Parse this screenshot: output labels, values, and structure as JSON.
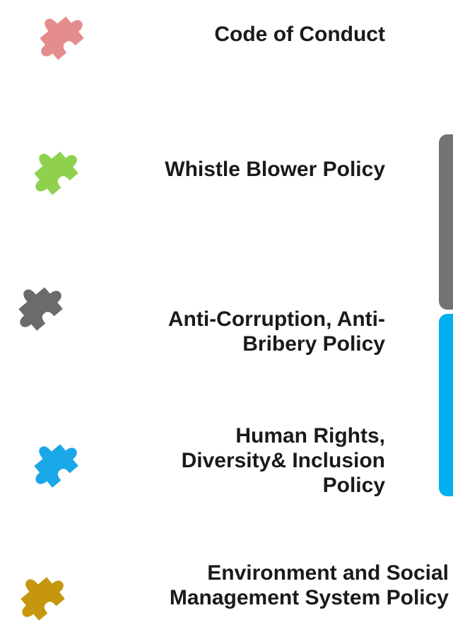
{
  "items": [
    {
      "lines": [
        "Code of Conduct"
      ],
      "icon": "puzzle-piece-icon",
      "color": "#e58c8c"
    },
    {
      "lines": [
        "Whistle Blower Policy"
      ],
      "icon": "puzzle-piece-icon",
      "color": "#8fd14f"
    },
    {
      "lines": [
        "Anti-Corruption, Anti-",
        "Bribery Policy"
      ],
      "icon": "puzzle-piece-icon",
      "color": "#6b6b6b"
    },
    {
      "lines": [
        "Human Rights,",
        "Diversity& Inclusion",
        "Policy"
      ],
      "icon": "puzzle-piece-icon",
      "color": "#1aa7e8"
    },
    {
      "lines": [
        "Environment and Social",
        "Management System Policy"
      ],
      "icon": "puzzle-piece-icon",
      "color": "#c5960e"
    }
  ],
  "side_tabs": [
    {
      "color": "#737373"
    },
    {
      "color": "#00b0f0"
    }
  ]
}
